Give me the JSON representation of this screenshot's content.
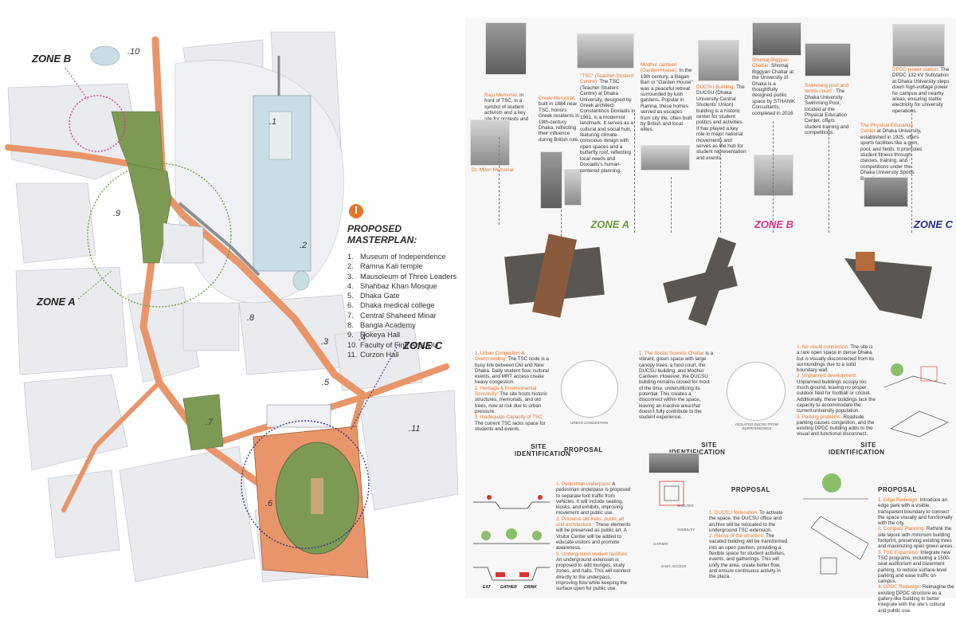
{
  "masterplan": {
    "title_line1": "PROPOSED",
    "title_line2": "MASTERPLAN:",
    "items": [
      {
        "n": "1.",
        "label": "Museum of Independence"
      },
      {
        "n": "2.",
        "label": "Ramna Kali temple"
      },
      {
        "n": "3.",
        "label": "Mausoleum of Three Leaders"
      },
      {
        "n": "4.",
        "label": "Shahbaz Khan Mosque"
      },
      {
        "n": "5.",
        "label": "Dhaka Gate"
      },
      {
        "n": "6.",
        "label": "Dhaka medical college"
      },
      {
        "n": "7.",
        "label": "Central Shaheed Minar"
      },
      {
        "n": "8.",
        "label": "Bangla Academy"
      },
      {
        "n": "9.",
        "label": "Rokeya Hall"
      },
      {
        "n": "10.",
        "label": "Faculty of Fine Arts, DU"
      },
      {
        "n": "11.",
        "label": "Curzon Hall"
      }
    ],
    "map_numbers": [
      ".10",
      ".1",
      ".9",
      ".2",
      ".8",
      ".3",
      ".4",
      ".5",
      ".7",
      ".11",
      ".6"
    ],
    "zones": {
      "zone_a": "ZONE A",
      "zone_b": "ZONE B",
      "zone_c": "ZONE C"
    },
    "colors": {
      "zone_a": "#6a9a3c",
      "zone_b": "#d8358c",
      "zone_c": "#2a2f8a",
      "road": "#e8956a",
      "accent": "#e8742a"
    }
  },
  "landmarks": [
    {
      "title": "Raju Memorial,",
      "body": "in front of TSC, is a symbol of student activism and a key site for protests and gatherings."
    },
    {
      "title": "Dr. Milon Memorial",
      "body": ""
    },
    {
      "title": "Greek Memorial,",
      "body": "built in 1884 near TSC, honors Greek residents in 19th-century Dhaka, reflecting their influence during British rule."
    },
    {
      "title": "\"TSC\" (Teacher-Student Centre):",
      "body": "The TSC (Teacher-Student Centre) at Dhaka University, designed by Greek architect Constantinos Doxiadis in 1961, is a modernist landmark. It serves as a cultural and social hub, featuring climate-conscious design with open spaces and a butterfly roof, reflecting local needs and Doxiadis's human-centered planning."
    },
    {
      "title": "Modhur canteen (Garden House):",
      "body": "In the 19th century, a Bagan Bari or \"Garden House\" was a peaceful retreat surrounded by lush gardens. Popular in Ramna, these homes served as escapes from city life, often built by British and local elites."
    },
    {
      "title": "DUCSU Building:",
      "body": "The DUCSU (Dhaka University Central Students' Union) building is a historic center for student politics and activities. It has played a key role in major national movements and serves as the hub for student representation and events."
    },
    {
      "title": "Shomaj Biggyan Chattar:",
      "body": "Shomaj Biggyan Chattar at the University of Dhaka is a thoughtfully designed public space by STHANIK Consultants, completed in 2016"
    },
    {
      "title": "Swimming pool and tennis count :",
      "body": "The Dhaka University Swimming Pool, located at the Physical Education Center, offers student training and competitions."
    },
    {
      "title": "DPDC power station:",
      "body": "The DPDC 132 kV Substation at Dhaka University steps down high-voltage power for campus and nearby areas, ensuring stable electricity for university operations."
    },
    {
      "title": "The Physical Education Center",
      "body": "at Dhaka University, established in 1925, offers sports facilities like a gym, pool, and fields. It promotes student fitness through classes, training, and competitions under the Dhaka University Sports Board."
    }
  ],
  "zone_titles": [
    "ZONE A",
    "ZONE B",
    "ZONE C"
  ],
  "site_identification": {
    "zone_a": [
      {
        "t": "1. Urban Congestion & Overcrowding:",
        "b": "The TSC node is a busy link between Old and New Dhaka. Daily student flow, cultural events, and MRT access create heavy congestion."
      },
      {
        "t": "2. Heritage & Environmental Sensitivity:",
        "b": "The site hosts historic structures, memorials, and old trees, now at risk due to urban pressure."
      },
      {
        "t": "3. Inadequate Capacity of TSC:",
        "b": "The current TSC lacks space for students and events."
      }
    ],
    "zone_b": [
      {
        "t": "1. The Social Science Chattar",
        "b": "is a vibrant, green space with large canopy trees, a food court, the DUCSU building, and Modhur Canteen. However, the DUCSU building remains closed for most of the time, underutilizing its potential. This creates a disconnect within the space, leaving an inactive area that doesn't fully contribute to the student experience."
      }
    ],
    "zone_c": [
      {
        "t": "1. No visual connection:",
        "b": "The site is a rare open space in dense Dhaka but is visually disconnected from its surroundings due to a solid boundary wall."
      },
      {
        "t": "2. Unplanned development:",
        "b": "Unplanned buildings occupy too much ground, leaving no proper outdoor field for football or cricket. Additionally, these buildings lack the capacity to accommodate the current university population."
      },
      {
        "t": "3. Parking problems:",
        "b": "Roadside parking causes congestion, and the existing DPDC building adds to the visual and functional disconnect."
      }
    ]
  },
  "proposals": {
    "zone_a": [
      {
        "t": "1. Pedestrian underpass:",
        "b": "A pedestrian underpass is proposed to separate foot traffic from vehicles. It will include seating, kiosks, and exhibits, improving movement and public use."
      },
      {
        "t": "2. Preserve old trees, public art and architecture :",
        "b": "These elements will be preserved as public art. A Visitor Center will be added to educate visitors and promote awareness."
      },
      {
        "t": "3. Underground student facilities:",
        "b": "An underground extension is proposed to add lounges, study zones, and halls. This will connect directly to the underpass, improving flow while keeping the surface open for public use."
      }
    ],
    "zone_b": [
      {
        "t": "1. DUCSU Relocation:",
        "b": "To activate the space, the DUCSU office and archive will be relocated to the underground TSC extension."
      },
      {
        "t": "2. Reuse of the structure:",
        "b": "The vacated building will be transformed into an open pavilion, providing a flexible space for student activities, events, and gatherings. This will unify the area, create better flow, and ensure continuous activity in the plaza."
      }
    ],
    "zone_c": [
      {
        "t": "1. Edge Redesign:",
        "b": "Introduce an edge park with a visible, transparent boundary to connect the space visually and functionally with the city."
      },
      {
        "t": "2. Compact Planning:",
        "b": "Rethink the site layout with minimum building footprint, preserving existing trees and maximizing open green areas."
      },
      {
        "t": "3. TSC Expansion:",
        "b": "Integrate new TSC programs, including a 1500-seat auditorium and basement parking, to reduce surface-level parking and ease traffic on campus."
      },
      {
        "t": "4. DPDC Redesign:",
        "b": "Reimagine the existing DPDC structure as a gallery-like building to better integrate with the site's cultural and public use."
      }
    ]
  },
  "headings": {
    "site_id": "SITE IDENTIFICATION",
    "proposal": "PROPOSAL"
  },
  "sketch_labels": {
    "urban_congestion": "URBAN CONGESTION",
    "isolated_ducsu": "ISOLATED DUCSU FROM SURROUNDINGS",
    "eat": "EAT",
    "gather": "GATHER",
    "drink": "DRINK",
    "shelter": "SHELTER",
    "gather2": "GATHER",
    "visibility": "VISIBILITY",
    "easy_access": "EASY ACCESS"
  }
}
